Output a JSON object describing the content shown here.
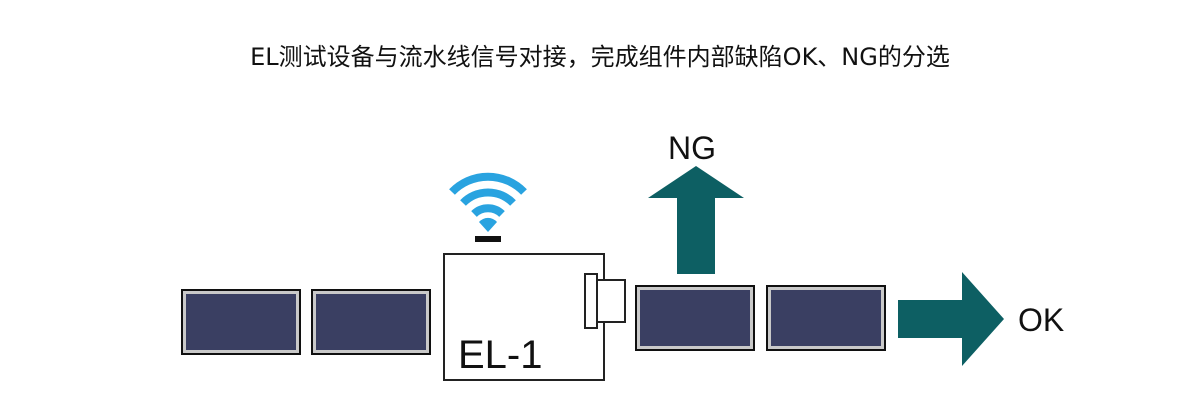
{
  "caption": "EL测试设备与流水线信号对接，完成组件内部缺陷OK、NG的分选",
  "machine": {
    "label": "EL-1"
  },
  "outputs": {
    "ng_label": "NG",
    "ok_label": "OK"
  },
  "colors": {
    "panel_fill": "#3a3f62",
    "panel_border": "#101010",
    "arrow": "#0d5f63",
    "wifi": "#29a3e0",
    "machine_border": "#222222"
  },
  "icons": {
    "signal": "wifi-icon",
    "ng_direction": "arrow-up-icon",
    "ok_direction": "arrow-right-icon"
  }
}
